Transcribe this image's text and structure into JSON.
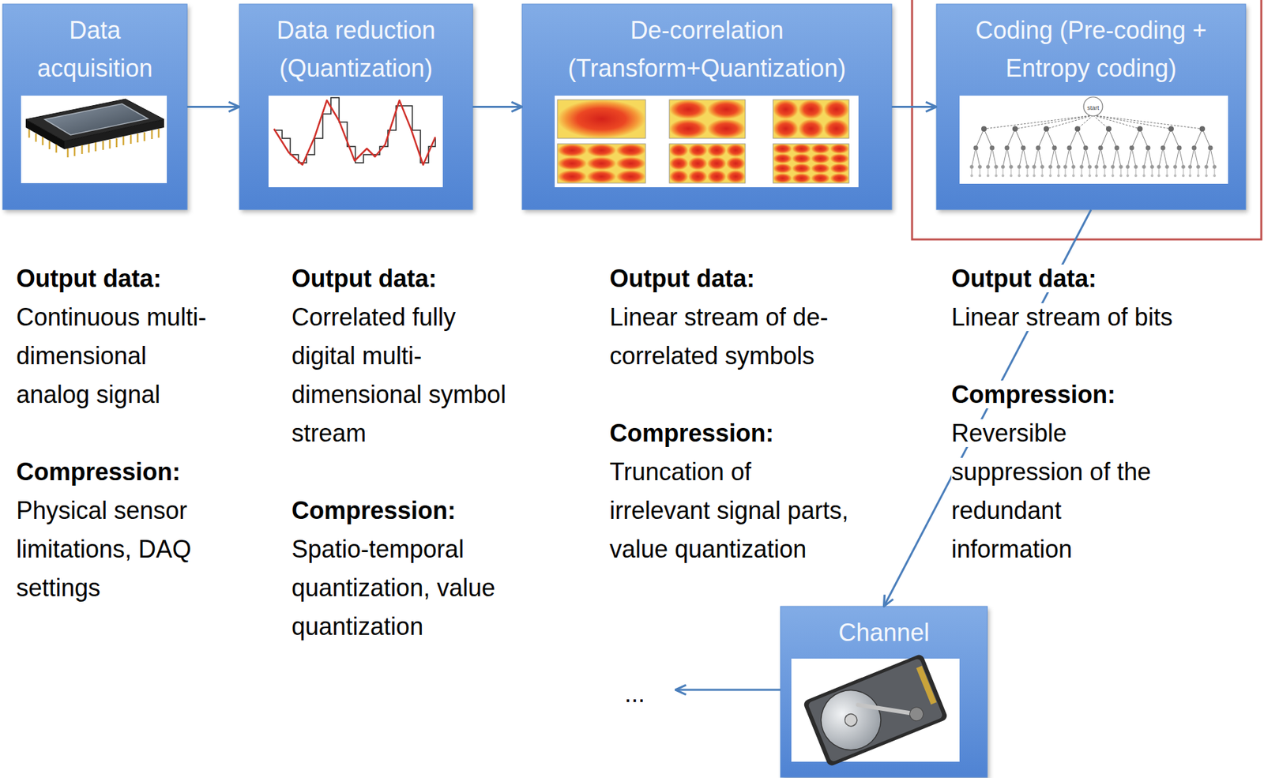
{
  "diagram": {
    "nodes": [
      {
        "text": [
          "Data acquisition"
        ]
      },
      {
        "text": [
          "Data reduction (Quantization)"
        ]
      },
      {
        "text": [
          "De-correlation (Transform+Quantization)"
        ]
      },
      {
        "text": [
          "Coding (Pre-coding + Entropy coding)"
        ]
      },
      {
        "text": [
          "Channel"
        ]
      }
    ],
    "edges": [
      {
        "from": 0,
        "to": 1,
        "arrow": "to"
      },
      {
        "from": 1,
        "to": 2,
        "arrow": "to"
      },
      {
        "from": 2,
        "to": 3,
        "arrow": "to"
      },
      {
        "from": 3,
        "to": 4,
        "arrow": "to"
      }
    ],
    "labels": [
      "Output data:",
      "Continuous multi-dimensional analog signal",
      "Compression:",
      "Physical sensor limitations, DAQ settings",
      "Output data:",
      "Correlated fully digital multi-dimensional symbol stream",
      "Compression:",
      "Spatio-temporal quantization, value quantization",
      "Output data:",
      "Linear stream of de-correlated symbols",
      "Compression:",
      "Truncation of irrelevant signal parts, value quantization",
      "Output data:",
      "Linear stream of bits",
      "Compression:",
      "Reversible suppression of the redundant information",
      "...",
      "start"
    ]
  }
}
